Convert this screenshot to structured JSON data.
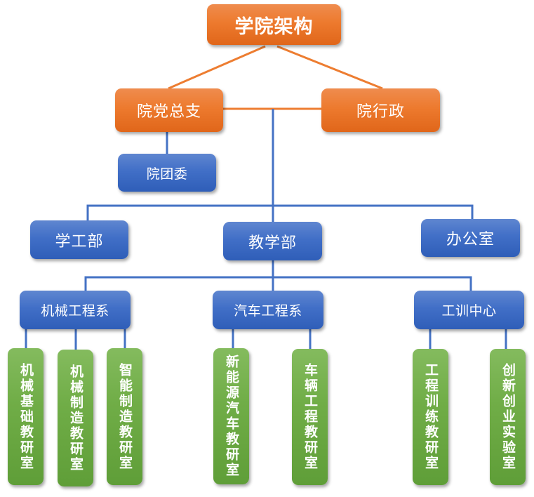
{
  "title": "学院架构",
  "colors": {
    "orange_connector": "#ed7d31",
    "blue_connector": "#4472c4",
    "orange_node": "#ed7a2e",
    "blue_node": "#416fc7",
    "green_node": "#70ad47"
  },
  "level1": {
    "party_branch": "院党总支",
    "administration": "院行政"
  },
  "youth_league": "院团委",
  "departments": {
    "student_affairs": "学工部",
    "teaching": "教学部",
    "office": "办公室"
  },
  "divisions": [
    {
      "name": "机械工程系",
      "sections": [
        "机械基础教研室",
        "机械制造教研室",
        "智能制造教研室"
      ]
    },
    {
      "name": "汽车工程系",
      "sections": [
        "新能源汽车教研室",
        "车辆工程教研室"
      ]
    },
    {
      "name": "工训中心",
      "sections": [
        "工程训练教研室",
        "创新创业实验室"
      ]
    }
  ]
}
